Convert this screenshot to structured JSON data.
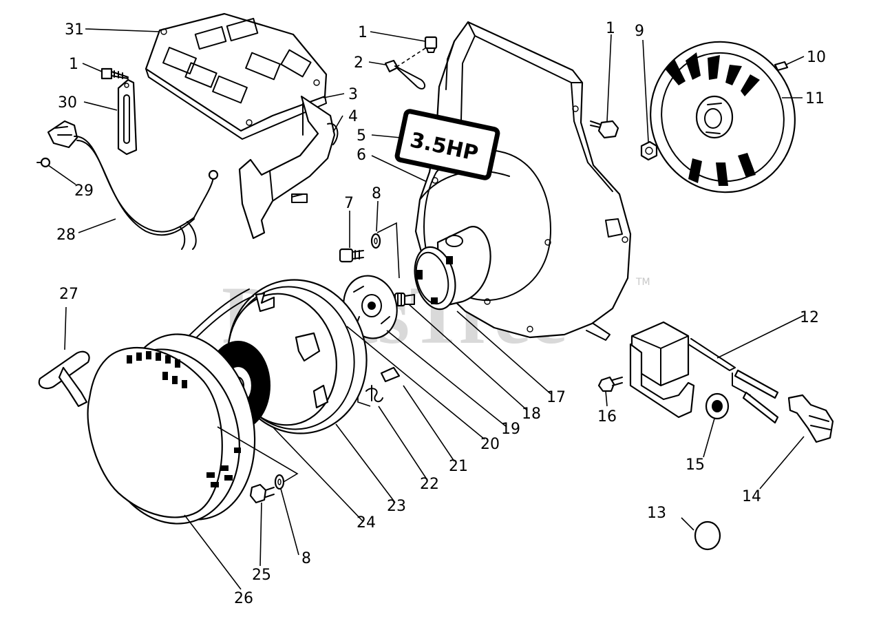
{
  "watermark": {
    "text": "PartsTree",
    "trademark": "TM"
  },
  "decal": {
    "text": "3.5HP"
  },
  "callouts": [
    {
      "id": "c31",
      "label": "31"
    },
    {
      "id": "c1a",
      "label": "1"
    },
    {
      "id": "c30",
      "label": "30"
    },
    {
      "id": "c29",
      "label": "29"
    },
    {
      "id": "c28",
      "label": "28"
    },
    {
      "id": "c1b",
      "label": "1"
    },
    {
      "id": "c2",
      "label": "2"
    },
    {
      "id": "c3",
      "label": "3"
    },
    {
      "id": "c4",
      "label": "4"
    },
    {
      "id": "c5",
      "label": "5"
    },
    {
      "id": "c6",
      "label": "6"
    },
    {
      "id": "c7",
      "label": "7"
    },
    {
      "id": "c8a",
      "label": "8"
    },
    {
      "id": "c1c",
      "label": "1"
    },
    {
      "id": "c9",
      "label": "9"
    },
    {
      "id": "c10",
      "label": "10"
    },
    {
      "id": "c11",
      "label": "11"
    },
    {
      "id": "c12",
      "label": "12"
    },
    {
      "id": "c13",
      "label": "13"
    },
    {
      "id": "c14",
      "label": "14"
    },
    {
      "id": "c15",
      "label": "15"
    },
    {
      "id": "c16",
      "label": "16"
    },
    {
      "id": "c17",
      "label": "17"
    },
    {
      "id": "c18",
      "label": "18"
    },
    {
      "id": "c19",
      "label": "19"
    },
    {
      "id": "c20",
      "label": "20"
    },
    {
      "id": "c21",
      "label": "21"
    },
    {
      "id": "c22",
      "label": "22"
    },
    {
      "id": "c23",
      "label": "23"
    },
    {
      "id": "c24",
      "label": "24"
    },
    {
      "id": "c25",
      "label": "25"
    },
    {
      "id": "c8b",
      "label": "8"
    },
    {
      "id": "c26",
      "label": "26"
    },
    {
      "id": "c27",
      "label": "27"
    }
  ]
}
